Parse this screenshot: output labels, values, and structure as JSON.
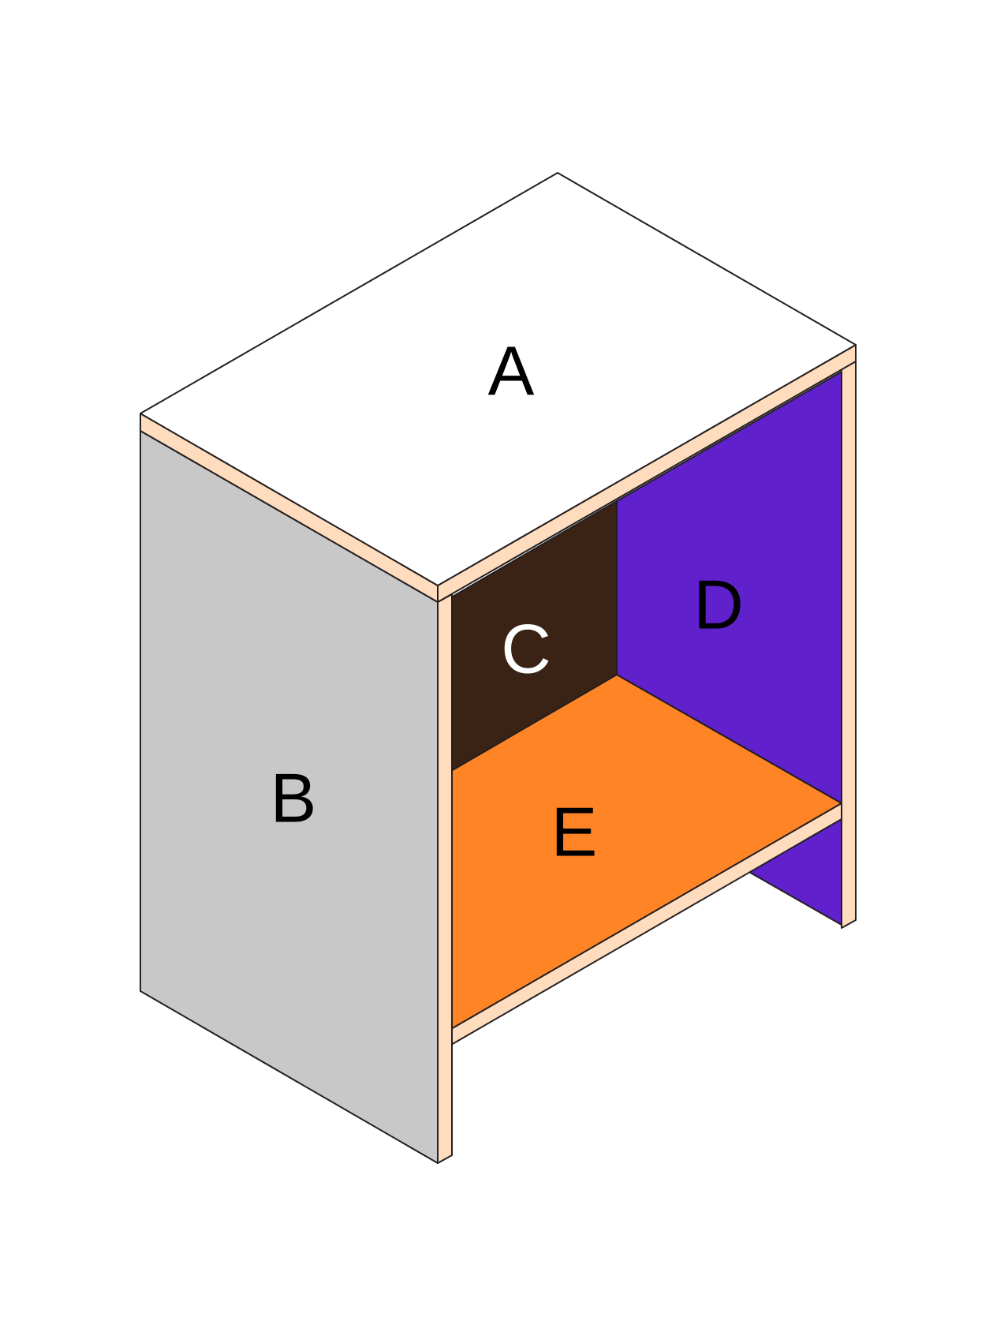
{
  "panels": {
    "top": {
      "label": "A",
      "color": "#ffffff",
      "label_color": "#000000"
    },
    "side": {
      "label": "B",
      "color": "#c8c8c8",
      "label_color": "#000000"
    },
    "back_left": {
      "label": "C",
      "color": "#3a2314",
      "label_color": "#ffffff"
    },
    "back_right": {
      "label": "D",
      "color": "#6020cc",
      "label_color": "#000000"
    },
    "shelf": {
      "label": "E",
      "color": "#ff8426",
      "label_color": "#000000"
    }
  },
  "edge_band_color": "#ffdcbe",
  "outline_color": "#231f20"
}
